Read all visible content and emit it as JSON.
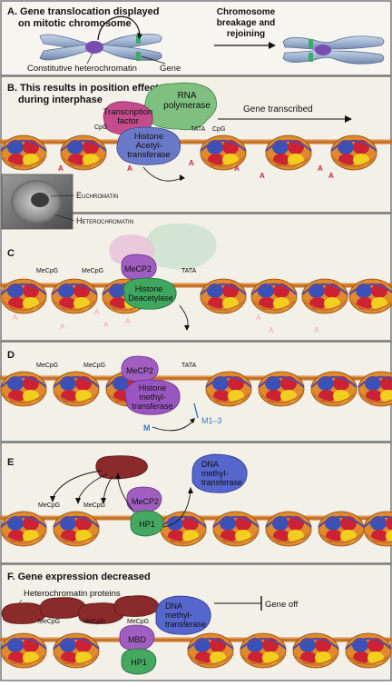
{
  "panels": {
    "a": {
      "title_line1": "A. Gene translocation displayed",
      "title_line2": "on mitotic chromosome",
      "arrow_line1": "Chromosome",
      "arrow_line2": "breakage and",
      "arrow_line3": "rejoining",
      "constitutive_label": "Constitutive heterochromatin",
      "gene_label": "Gene"
    },
    "b": {
      "title_line1": "B. This results in position effects",
      "title_line2": "during interphase",
      "rna_pol_line1": "RNA",
      "rna_pol_line2": "polymerase",
      "tf_line1": "Transcription",
      "tf_line2": "factor",
      "hat_line1": "Histone",
      "hat_line2": "Acetyl-",
      "hat_line3": "transferase",
      "gene_transcribed": "Gene transcribed",
      "cpg_1": "CpG",
      "cpg_2": "CpG",
      "tata": "TATA",
      "acetyl_mark": "A",
      "euchromatin": "Euchromatin",
      "heterochromatin": "Heterochromatin"
    },
    "c": {
      "title": "C",
      "mecpg": "MeCpG",
      "mecp2": "MeCP2",
      "tata": "TATA",
      "hdac_line1": "Histone",
      "hdac_line2": "Deacetylase",
      "acetyl_mark": "A"
    },
    "d": {
      "title": "D",
      "mecpg": "MeCpG",
      "mecp2": "MeCP2",
      "tata": "TATA",
      "hmt_line1": "Histone",
      "hmt_line2": "methyl-",
      "hmt_line3": "transferase",
      "methyl": "M",
      "methyl_multi": "M1–3"
    },
    "e": {
      "title": "E",
      "dnmt_line1": "DNA",
      "dnmt_line2": "methyl-",
      "dnmt_line3": "transferase",
      "mecpg": "MeCpG",
      "mecp2": "MeCP2",
      "hp1": "HP1"
    },
    "f": {
      "title": "F. Gene expression decreased",
      "hc_proteins": "Heterochromatin proteins",
      "dnmt_line1": "DNA",
      "dnmt_line2": "methyl-",
      "dnmt_line3": "transferase",
      "gene_off": "Gene off",
      "mecpg": "MeCpG",
      "mbd": "MBD",
      "hp1": "HP1"
    }
  },
  "colors": {
    "panel_bg": "#f3f0e8",
    "border": "#7a7a7a",
    "dna_strand": "#c8742a",
    "dna_backbone": "#5b4a9a",
    "histone_orange": "#e08a2c",
    "histone_red": "#cc2233",
    "histone_yellow": "#f2cf1e",
    "histone_blue": "#3a52b8",
    "histone_purple": "#8a3fa8",
    "chromosome": "#9fb2cf",
    "centromere": "#7a4db0",
    "gene_band": "#3fa86a",
    "rna_polymerase": "#7fbf7f",
    "transcription_factor": "#c44c8c",
    "hat": "#6a78c8",
    "mecp2": "#a05fc0",
    "hdac": "#3fa860",
    "hmt": "#9a56c0",
    "dnmt": "#5566cc",
    "hp1": "#44a860",
    "hc_protein": "#8a2a2a",
    "acetyl_text": "#d0203a",
    "methyl_text": "#3a7ac0"
  }
}
